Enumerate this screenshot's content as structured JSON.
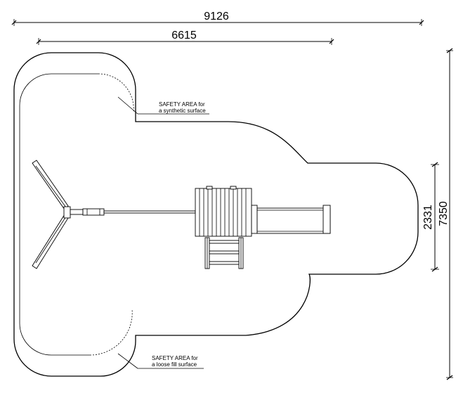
{
  "dimensions": {
    "overall_width": "9126",
    "structure_width": "6615",
    "overall_height": "7350",
    "structure_height": "2331"
  },
  "notes": {
    "synthetic_line1": "SAFETY AREA for",
    "synthetic_line2": "a synthetic surface",
    "loose_line1": "SAFETY AREA for",
    "loose_line2": "a loose fill surface"
  }
}
